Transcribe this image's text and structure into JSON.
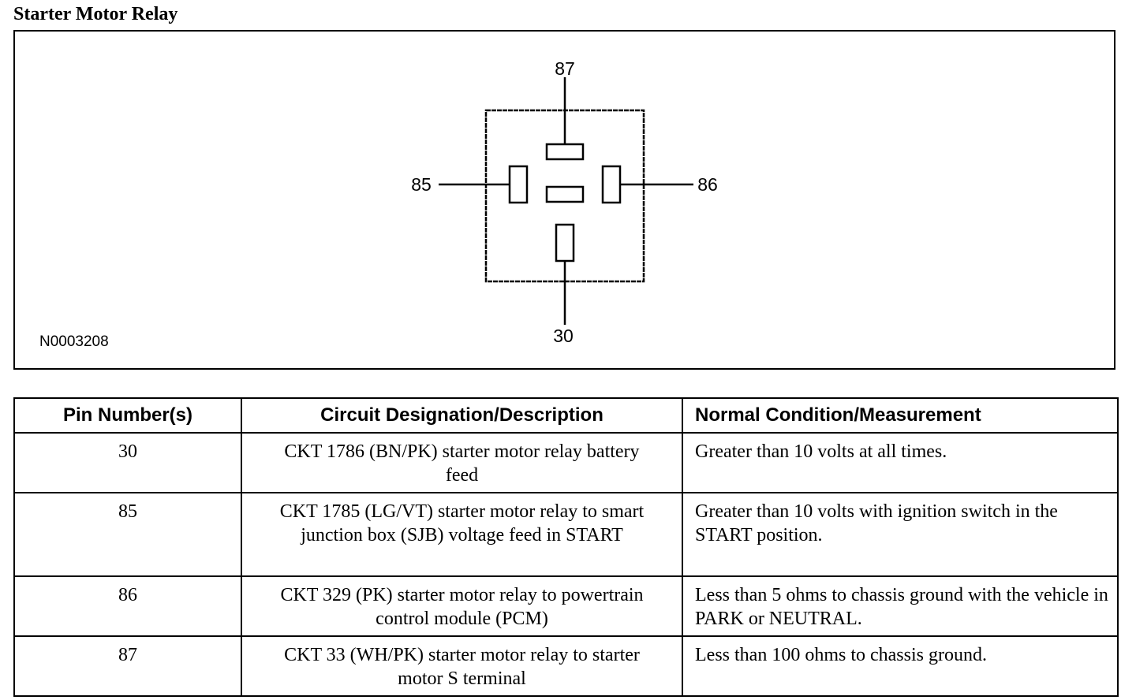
{
  "title": "Starter Motor Relay",
  "diagram": {
    "figure_id": "N0003208",
    "pins": {
      "top": "87",
      "left": "85",
      "right": "86",
      "bottom": "30"
    }
  },
  "table": {
    "headers": [
      "Pin Number(s)",
      "Circuit Designation/Description",
      "Normal Condition/Measurement"
    ],
    "rows": [
      {
        "pin": "30",
        "circuit": "CKT 1786 (BN/PK) starter motor relay battery feed",
        "condition": "Greater than 10 volts at all times."
      },
      {
        "pin": "85",
        "circuit": "CKT 1785 (LG/VT) starter motor relay to smart junction box (SJB) voltage feed in START",
        "condition": "Greater than 10 volts with ignition switch in the START position."
      },
      {
        "pin": "86",
        "circuit": "CKT 329 (PK) starter motor relay to powertrain control module (PCM)",
        "condition": "Less than 5 ohms to chassis ground with the vehicle in PARK or NEUTRAL."
      },
      {
        "pin": "87",
        "circuit": "CKT 33 (WH/PK) starter motor relay to starter motor S terminal",
        "condition": "Less than 100 ohms to chassis ground."
      }
    ]
  }
}
